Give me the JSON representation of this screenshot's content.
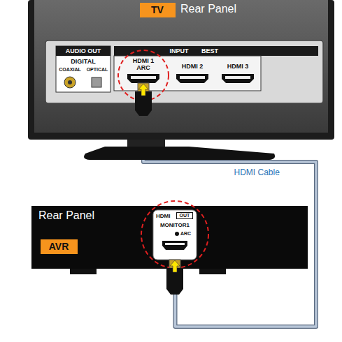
{
  "diagram": {
    "nodes": [
      {
        "text": [
          "Rear Panel"
        ]
      },
      {
        "text": [
          "TV"
        ],
        "in": 0
      },
      {
        "text": [
          "INPUT",
          "BEST"
        ],
        "in": 0
      },
      {
        "text": [
          "AUDIO OUT",
          "DIGITAL",
          "COAXIAL",
          "OPTICAL"
        ],
        "in": 2
      },
      {
        "text": [
          "HDMI 1 ARC"
        ],
        "in": 2
      },
      {
        "text": [
          "HDMI 2"
        ],
        "in": 2
      },
      {
        "text": [
          "HDMI 3"
        ],
        "in": 2
      },
      {
        "text": [
          "Rear Panel"
        ]
      },
      {
        "text": [
          "AVR"
        ],
        "in": 7
      },
      {
        "text": [
          "HDMI",
          "OUT",
          "MONITOR1",
          "ARC"
        ],
        "in": 7
      }
    ],
    "edges": [
      {
        "from": 4,
        "to": 9,
        "label": "HDMI Cable",
        "arrow": "none"
      }
    ]
  }
}
